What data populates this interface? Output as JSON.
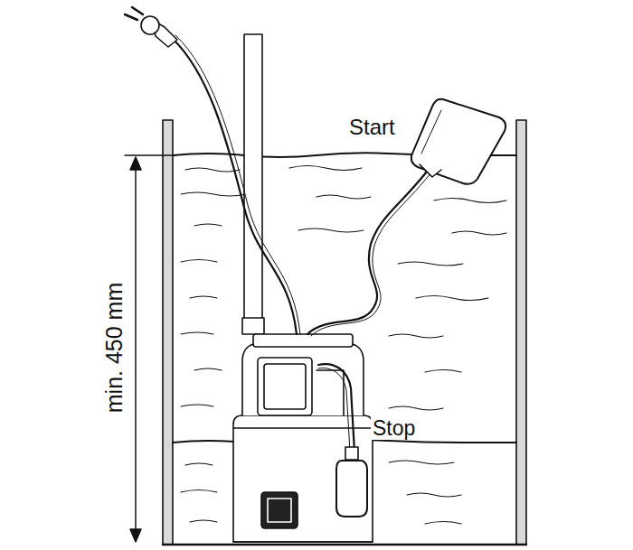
{
  "diagram": {
    "labels": [
      "Start",
      "Stop",
      "min. 450 mm"
    ]
  }
}
